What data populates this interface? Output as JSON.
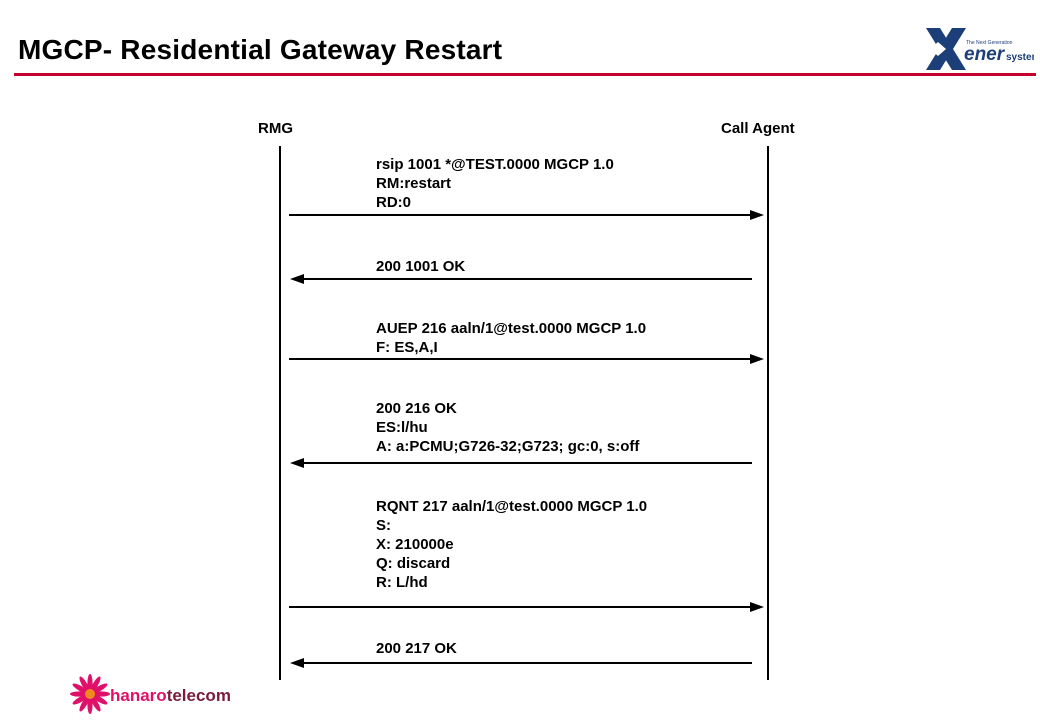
{
  "slide": {
    "title": "MGCP- Residential Gateway Restart",
    "colors": {
      "rule": "#c6002c",
      "logo_blue": "#1c3f7a",
      "hanaro_pink": "#e0106a",
      "hanaro_orange": "#f08a1c"
    }
  },
  "logo_xener": {
    "wordmark": "ener",
    "sub": "systems",
    "tagline": "The Next Generation"
  },
  "logo_hanaro": {
    "part1": "hanaro",
    "part2": "telecom"
  },
  "lanes": {
    "left": "RMG",
    "right": "Call Agent"
  },
  "messages": [
    {
      "direction": "to-call-agent",
      "lines": [
        "rsip 1001 *@TEST.0000 MGCP 1.0",
        "RM:restart",
        "RD:0"
      ]
    },
    {
      "direction": "to-rmg",
      "lines": [
        "200 1001 OK"
      ]
    },
    {
      "direction": "to-call-agent",
      "lines": [
        "AUEP 216 aaln/1@test.0000 MGCP 1.0",
        "F: ES,A,I"
      ]
    },
    {
      "direction": "to-rmg",
      "lines": [
        "200 216 OK",
        "ES:l/hu",
        "A: a:PCMU;G726-32;G723; gc:0, s:off"
      ]
    },
    {
      "direction": "to-call-agent",
      "lines": [
        "RQNT 217 aaln/1@test.0000 MGCP 1.0",
        "S:",
        "X: 210000e",
        "Q: discard",
        "R: L/hd"
      ]
    },
    {
      "direction": "to-rmg",
      "lines": [
        "200 217 OK"
      ]
    }
  ]
}
